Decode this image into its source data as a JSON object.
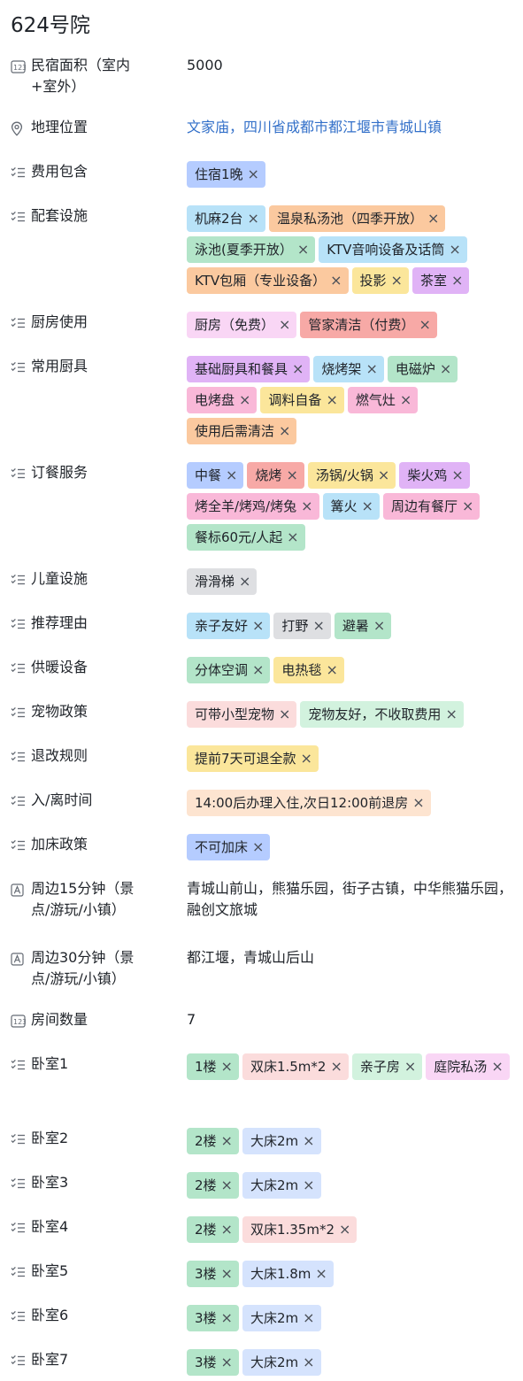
{
  "title": "624号院",
  "colors": {
    "blue": "#b5ccff",
    "sky": "#b8e2f8",
    "green": "#b3e5c9",
    "orange": "#fbc99f",
    "yellow": "#fbe69b",
    "purple": "#e0b3f6",
    "pink": "#f9b8d8",
    "lightpink": "#f9d6f5",
    "red": "#f7a9a6",
    "gray": "#dedfe2",
    "lightred": "#fbdcdc",
    "lightgreen": "#d2f2de",
    "peach": "#fde4d0",
    "lightblue": "#d5e3fd",
    "link": "#3370c9"
  },
  "fields": [
    {
      "label": "民宿面积（室内+室外）",
      "icon": "number-icon",
      "value": "5000"
    },
    {
      "label": "地理位置",
      "icon": "location-icon",
      "value": "文家庙，四川省成都市都江堰市青城山镇",
      "link": true
    },
    {
      "label": "费用包含",
      "icon": "multiselect-icon",
      "tags": [
        {
          "text": "住宿1晚",
          "color": "blue"
        }
      ]
    },
    {
      "label": "配套设施",
      "icon": "multiselect-icon",
      "tags": [
        {
          "text": "机麻2台",
          "color": "sky"
        },
        {
          "text": "温泉私汤池（四季开放）",
          "color": "orange"
        },
        {
          "text": "泳池(夏季开放）",
          "color": "green"
        },
        {
          "text": "KTV音响设备及话筒",
          "color": "sky"
        },
        {
          "text": "KTV包厢（专业设备）",
          "color": "orange"
        },
        {
          "text": "投影",
          "color": "yellow"
        },
        {
          "text": "茶室",
          "color": "purple"
        }
      ]
    },
    {
      "label": "厨房使用",
      "icon": "multiselect-icon",
      "tags": [
        {
          "text": "厨房（免费）",
          "color": "lightpink"
        },
        {
          "text": "管家清洁（付费）",
          "color": "red"
        }
      ]
    },
    {
      "label": "常用厨具",
      "icon": "multiselect-icon",
      "tags": [
        {
          "text": "基础厨具和餐具",
          "color": "purple"
        },
        {
          "text": "烧烤架",
          "color": "sky"
        },
        {
          "text": "电磁炉",
          "color": "green"
        },
        {
          "text": "电烤盘",
          "color": "pink"
        },
        {
          "text": "调料自备",
          "color": "yellow"
        },
        {
          "text": "燃气灶",
          "color": "pink"
        },
        {
          "text": "使用后需清洁",
          "color": "orange"
        }
      ]
    },
    {
      "label": "订餐服务",
      "icon": "multiselect-icon",
      "tags": [
        {
          "text": "中餐",
          "color": "blue"
        },
        {
          "text": "烧烤",
          "color": "red"
        },
        {
          "text": "汤锅/火锅",
          "color": "yellow"
        },
        {
          "text": "柴火鸡",
          "color": "purple"
        },
        {
          "text": "烤全羊/烤鸡/烤兔",
          "color": "pink"
        },
        {
          "text": "篝火",
          "color": "sky"
        },
        {
          "text": "周边有餐厅",
          "color": "pink"
        },
        {
          "text": "餐标60元/人起",
          "color": "green"
        }
      ]
    },
    {
      "label": "儿童设施",
      "icon": "multiselect-icon",
      "tags": [
        {
          "text": "滑滑梯",
          "color": "gray"
        }
      ]
    },
    {
      "label": "推荐理由",
      "icon": "multiselect-icon",
      "tags": [
        {
          "text": "亲子友好",
          "color": "sky"
        },
        {
          "text": "打野",
          "color": "gray"
        },
        {
          "text": "避暑",
          "color": "green"
        }
      ]
    },
    {
      "label": "供暖设备",
      "icon": "multiselect-icon",
      "tags": [
        {
          "text": "分体空调",
          "color": "green"
        },
        {
          "text": "电热毯",
          "color": "yellow"
        }
      ]
    },
    {
      "label": "宠物政策",
      "icon": "multiselect-icon",
      "tags": [
        {
          "text": "可带小型宠物",
          "color": "lightred"
        },
        {
          "text": "宠物友好，不收取费用",
          "color": "lightgreen"
        }
      ]
    },
    {
      "label": "退改规则",
      "icon": "multiselect-icon",
      "tags": [
        {
          "text": "提前7天可退全款",
          "color": "yellow"
        }
      ]
    },
    {
      "label": "入/离时间",
      "icon": "multiselect-icon",
      "tags": [
        {
          "text": "14:00后办理入住,次日12:00前退房",
          "color": "peach"
        }
      ]
    },
    {
      "label": "加床政策",
      "icon": "multiselect-icon",
      "tags": [
        {
          "text": "不可加床",
          "color": "blue"
        }
      ]
    },
    {
      "label": "周边15分钟（景点/游玩/小镇）",
      "icon": "text-icon",
      "value": "青城山前山，熊猫乐园，街子古镇，中华熊猫乐园，融创文旅城"
    },
    {
      "label": "周边30分钟（景点/游玩/小镇）",
      "icon": "text-icon",
      "value": "都江堰，青城山后山"
    },
    {
      "label": "房间数量",
      "icon": "number-icon",
      "value": "7"
    },
    {
      "label": "卧室1",
      "icon": "multiselect-icon",
      "tags": [
        {
          "text": "1楼",
          "color": "green"
        },
        {
          "text": "双床1.5m*2",
          "color": "lightred"
        },
        {
          "text": "亲子房",
          "color": "lightgreen"
        },
        {
          "text": "庭院私汤",
          "color": "lightpink"
        }
      ]
    },
    {
      "label": "卧室2",
      "icon": "multiselect-icon",
      "tags": [
        {
          "text": "2楼",
          "color": "green"
        },
        {
          "text": "大床2m",
          "color": "lightblue"
        }
      ]
    },
    {
      "label": "卧室3",
      "icon": "multiselect-icon",
      "tags": [
        {
          "text": "2楼",
          "color": "green"
        },
        {
          "text": "大床2m",
          "color": "lightblue"
        }
      ]
    },
    {
      "label": "卧室4",
      "icon": "multiselect-icon",
      "tags": [
        {
          "text": "2楼",
          "color": "green"
        },
        {
          "text": "双床1.35m*2",
          "color": "lightred"
        }
      ]
    },
    {
      "label": "卧室5",
      "icon": "multiselect-icon",
      "tags": [
        {
          "text": "3楼",
          "color": "green"
        },
        {
          "text": "大床1.8m",
          "color": "lightblue"
        }
      ]
    },
    {
      "label": "卧室6",
      "icon": "multiselect-icon",
      "tags": [
        {
          "text": "3楼",
          "color": "green"
        },
        {
          "text": "大床2m",
          "color": "lightblue"
        }
      ]
    },
    {
      "label": "卧室7",
      "icon": "multiselect-icon",
      "tags": [
        {
          "text": "3楼",
          "color": "green"
        },
        {
          "text": "大床2m",
          "color": "lightblue"
        }
      ]
    }
  ]
}
